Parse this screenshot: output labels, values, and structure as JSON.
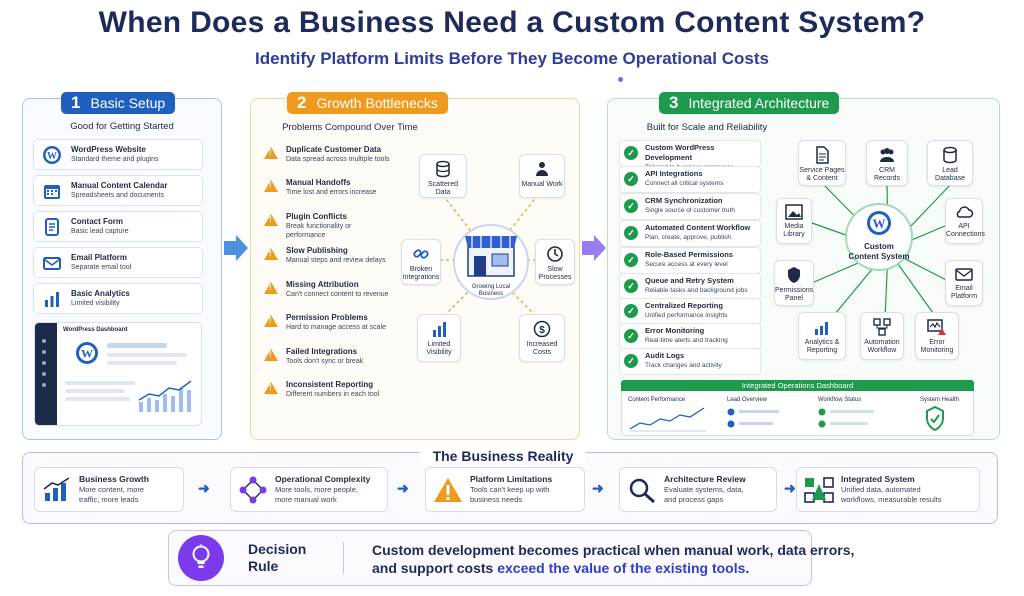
{
  "header": {
    "title": "When Does a Business Need a Custom Content System?",
    "subtitle": "Identify Platform Limits Before They Become Operational Costs"
  },
  "panel1": {
    "num": "1",
    "title": "Basic Setup",
    "tagline": "Good for Getting Started",
    "items": [
      {
        "title": "WordPress Website",
        "desc": "Standard theme and plugins",
        "icon": "wordpress-icon"
      },
      {
        "title": "Manual Content Calendar",
        "desc": "Spreadsheets and documents",
        "icon": "calendar-icon"
      },
      {
        "title": "Contact Form",
        "desc": "Basic lead capture",
        "icon": "form-icon"
      },
      {
        "title": "Email Platform",
        "desc": "Separate email tool",
        "icon": "email-icon"
      },
      {
        "title": "Basic Analytics",
        "desc": "Limited visibility",
        "icon": "bar-chart-icon"
      }
    ],
    "dashboard_label": "WordPress Dashboard"
  },
  "panel2": {
    "num": "2",
    "title": "Growth Bottlenecks",
    "tagline": "Problems Compound Over Time",
    "items": [
      {
        "title": "Duplicate Customer Data",
        "desc": "Data spread across multiple tools"
      },
      {
        "title": "Manual Handoffs",
        "desc": "Time lost and errors increase"
      },
      {
        "title": "Plugin Conflicts",
        "desc": "Break functionality or performance"
      },
      {
        "title": "Slow Publishing",
        "desc": "Manual steps and review delays"
      },
      {
        "title": "Missing Attribution",
        "desc": "Can't connect content to revenue"
      },
      {
        "title": "Permission Problems",
        "desc": "Hard to manage access at scale"
      },
      {
        "title": "Failed Integrations",
        "desc": "Tools don't sync or break"
      },
      {
        "title": "Inconsistent Reporting",
        "desc": "Different numbers in each tool"
      }
    ],
    "center": "Growing Local Business",
    "nodes": {
      "scattered": "Scattered Data",
      "manual": "Manual Work",
      "broken": "Broken Integrations",
      "slow": "Slow Processes",
      "limited": "Limited Visibility",
      "costs": "Increased Costs"
    }
  },
  "panel3": {
    "num": "3",
    "title": "Integrated Architecture",
    "tagline": "Built for Scale and Reliability",
    "items": [
      {
        "title": "Custom WordPress Development",
        "desc": "Tailored to business processes"
      },
      {
        "title": "API Integrations",
        "desc": "Connect all critical systems"
      },
      {
        "title": "CRM Synchronization",
        "desc": "Single source of customer truth"
      },
      {
        "title": "Automated Content Workflow",
        "desc": "Plan, create, approve, publish"
      },
      {
        "title": "Role-Based Permissions",
        "desc": "Secure access at every level"
      },
      {
        "title": "Queue and Retry System",
        "desc": "Reliable tasks and background jobs"
      },
      {
        "title": "Centralized Reporting",
        "desc": "Unified performance insights"
      },
      {
        "title": "Error Monitoring",
        "desc": "Real-time alerts and tracking"
      },
      {
        "title": "Audit Logs",
        "desc": "Track changes and activity"
      }
    ],
    "center": "Custom Content System",
    "nodes": {
      "service": "Service Pages & Content",
      "crm": "CRM Records",
      "lead": "Lead Database",
      "media": "Media Library",
      "api": "API Connections",
      "perm": "Permissions Panel",
      "email": "Email Platform",
      "analytics": "Analytics & Reporting",
      "auto": "Automation Workflow",
      "error": "Error Monitoring"
    },
    "dashboard": {
      "title": "Integrated Operations Dashboard",
      "perf": "Content Performance",
      "lead": "Lead Overview",
      "workflow": "Workflow Status",
      "health": "System Health"
    }
  },
  "reality": {
    "title": "The Business Reality",
    "steps": [
      {
        "title": "Business Growth",
        "desc1": "More content, more",
        "desc2": "traffic, more leads"
      },
      {
        "title": "Operational Complexity",
        "desc1": "More tools, more people,",
        "desc2": "more manual work"
      },
      {
        "title": "Platform Limitations",
        "desc1": "Tools can't keep up with",
        "desc2": "business needs"
      },
      {
        "title": "Architecture Review",
        "desc1": "Evaluate systems, data,",
        "desc2": "and process gaps"
      },
      {
        "title": "Integrated System",
        "desc1": "Unified data, automated",
        "desc2": "workflows, measurable results"
      }
    ]
  },
  "rule": {
    "title1": "Decision",
    "title2": "Rule",
    "line1": "Custom development becomes practical when manual work, data errors,",
    "line2a": "and support costs ",
    "line2b": "exceed the value of the existing tools",
    "line2c": "."
  },
  "colors": {
    "blue": "#1f5fbf",
    "orange": "#ee9a1d",
    "green": "#1e9a4d",
    "purple": "#7c3aed",
    "navy": "#1e2a5a"
  }
}
